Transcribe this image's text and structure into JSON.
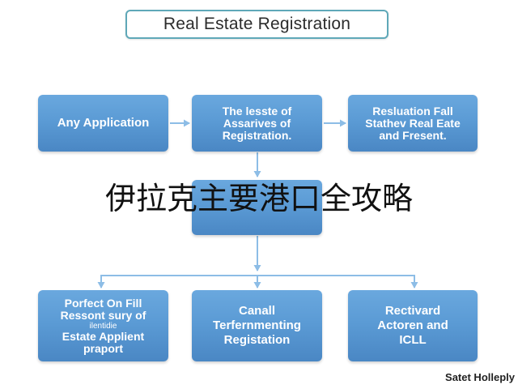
{
  "title": "Real Estate Registration",
  "overlay_text": "伊拉克主要港口全攻略",
  "row1": [
    {
      "lines": [
        "Any Application"
      ]
    },
    {
      "lines": [
        "The lesste of",
        "Assarives of",
        "Registration."
      ]
    },
    {
      "lines": [
        "Resluation Fall",
        "Stathev Real Eate",
        "and Fresent."
      ]
    }
  ],
  "row3": [
    {
      "lines": [
        "Porfect On Fill",
        "Ressont sury of",
        "ilentidie",
        "Estate Applient",
        "praport"
      ]
    },
    {
      "lines": [
        "Canall",
        "Terfernmenting",
        "Registation"
      ]
    },
    {
      "lines": [
        "Rectivard",
        "Actoren and",
        "ICLL"
      ]
    }
  ],
  "footer": "Satet Holleply",
  "colors": {
    "box_fill": "#5b9bd5",
    "arrow": "#8dbde6",
    "title_border": "#5fa8b8",
    "box_text": "#ffffff",
    "overlay_text": "#111111"
  }
}
